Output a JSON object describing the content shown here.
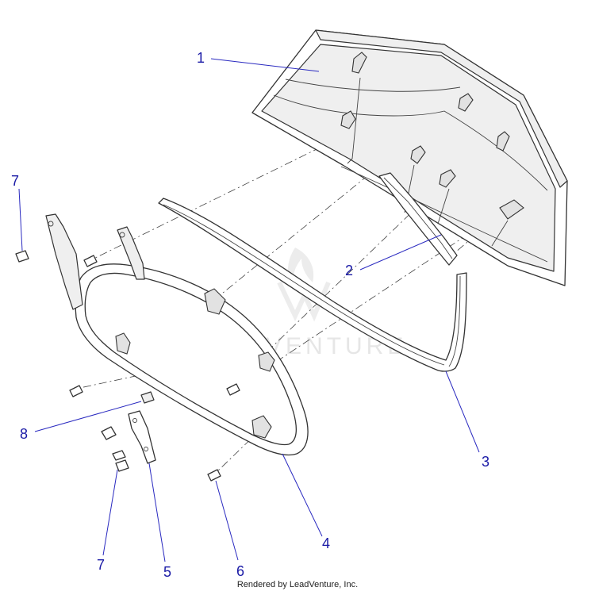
{
  "callouts": [
    {
      "id": "1",
      "label": "1"
    },
    {
      "id": "2",
      "label": "2"
    },
    {
      "id": "3",
      "label": "3"
    },
    {
      "id": "4",
      "label": "4"
    },
    {
      "id": "5",
      "label": "5"
    },
    {
      "id": "6",
      "label": "6"
    },
    {
      "id": "7a",
      "label": "7"
    },
    {
      "id": "7b",
      "label": "7"
    },
    {
      "id": "8",
      "label": "8"
    }
  ],
  "watermark": {
    "text": "LEADVENTURE",
    "logo": "leadventure-flame-logo"
  },
  "credit": "Rendered by LeadVenture, Inc.",
  "colors": {
    "callout": "#1a1aa6",
    "line": "#333333",
    "watermark": "#e6e6e6"
  }
}
